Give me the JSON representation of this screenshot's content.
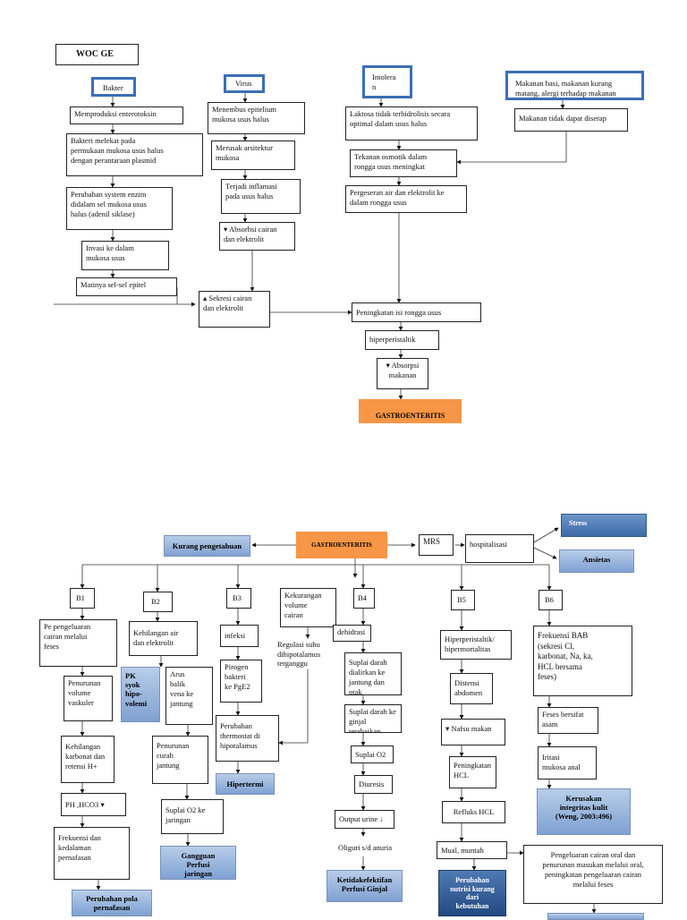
{
  "top": {
    "title": "WOC GE",
    "sources": {
      "bakteri": "Bakter",
      "virus": "Virus",
      "intoleran": "Intolera\nn",
      "makanan": "Makanan basi, makanan kurang\nmatang, alergi terhadap makanan"
    },
    "bakteri_chain": [
      "Memproduksi enterotoksin",
      "Bakteri melekat pada\npermukaan mukosa usus halus\ndengan perantaraan plasmid",
      "Perubahan system enzim\ndidalam sel mukosa usus\nhalus (adenil siklase)",
      "Invasi ke dalam\nmukosa usus",
      "Matinya sel-sel epitel"
    ],
    "virus_chain": [
      "Menembus epitelium\nmukosa usus halus",
      "Merusak arsitektur\nmukosa",
      "Terjadi inflamasi\npada usus halus",
      "Absorbsi cairan\ndan elektrolit"
    ],
    "intoleran_chain": [
      "Laktosa tidak terhidrolisis secara\noptimal dalam usus halus",
      "Tekanan osmotik dalam\nrongga usus meningkat",
      "Pergeseran air dan elektrolit ke\ndalam rongga usus"
    ],
    "makanan_chain": [
      "Makanan tidak dapat diserap"
    ],
    "sekresi": "Sekresi cairan\ndan elektrolit",
    "peningkatan": "Peningkatan isi rongga usus",
    "hiperperistaltik": "hiperperistaltik",
    "absorpsi": "Absorpsi\nmakanan",
    "gastro": "GASTROENTERITIS"
  },
  "bottom": {
    "gastro": "GASTROENTERITIS",
    "mrs": "MRS",
    "hospitalisasi": "hospitalisasi",
    "stress": "Stress",
    "ansietas": "Ansietas",
    "kurang_pengetahuan": "Kurang pengetahuan",
    "b1": {
      "label": "B1",
      "steps": [
        "Pe   pengeluaran\ncairan melalui\nfeses",
        "Penurunan\nvolume\nvaskuler",
        "Kehilangan\nkarbonat dan\nretensi H+",
        "PH      ,HCO3",
        "Frekuensi dan\nkedalaman\npernafasan"
      ],
      "dx": "Perubahan pola\npernafasan"
    },
    "b2": {
      "label": "B2",
      "steps": [
        "Kehilangan air\ndan elektrolit",
        "Arus\nbalik\nvena ke\njantung",
        "Penurunan\ncurah\njantung",
        "Suplai O2 ke\njaringan"
      ],
      "pk": "PK\nsyok\nhipo-\nvolemi",
      "dx": "Gangguan\nPerfusi\njaringan"
    },
    "b3": {
      "label": "B3",
      "steps": [
        "infeksi",
        "Pirogen\nbakteri\nke PgE2",
        "Perubahan\nthermostat di\nhipotalamus"
      ],
      "kekurangan": "Kekurangan\nvolume\ncairan",
      "regulasi": "Regulasi suhu\ndihipotalamus\nterganggu",
      "dx": "Hipertermi"
    },
    "b4": {
      "label": "B4",
      "steps": [
        "dehidrasi",
        "Suplai darah\ndialirkan ke\njantung dan otak",
        "Suplai darah ke\nginjal terabaikan",
        "Suplai O2",
        "Diuresis",
        "Output urine",
        "Oliguri s/d anuria"
      ],
      "dx": "Ketidakefektifan\nPerfusi Ginjal"
    },
    "b5": {
      "label": "B5",
      "steps": [
        "Hiperperistaltik/\nhipermortalitas",
        "Distensi\nabdomen",
        "Nafsu makan",
        "Peningkatan\nHCL",
        "Refluks HCL",
        "Mual, muntah"
      ],
      "dx": "Perubahan\nnutrisi kurang\ndari\nkebutuhan"
    },
    "b6": {
      "label": "B6",
      "steps": [
        "Frekuensi BAB\n(sekresi Cl,\nkarbonat, Na, ka,\nHCL bersama\nfeses)",
        "Feses bersifat\nasam",
        "Iritasi\nmukosa anal"
      ],
      "dx": "Kerusakan\nintegritas kulit\n(Weng, 2003:496)",
      "pengeluaran": "Pengeluaran cairan oral dan\npenurunan masukan melalui oral,\npeningkatan pengeluaran cairan\nmelalui feses"
    }
  }
}
